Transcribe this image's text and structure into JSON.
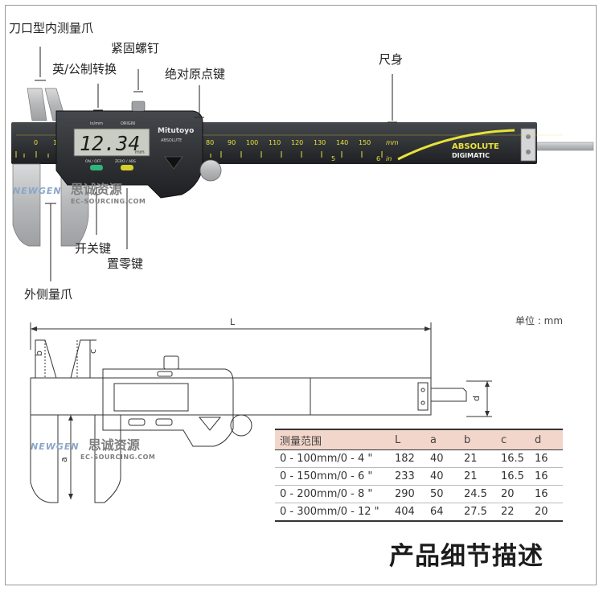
{
  "labels": {
    "knife_inner_jaw": "刀口型内测量爪",
    "clamp_screw": "紧固螺钉",
    "inch_metric_switch": "英/公制转换",
    "absolute_origin_key": "绝对原点键",
    "main_scale": "尺身",
    "power_key": "开关键",
    "zero_key": "置零键",
    "outer_jaw": "外侧量爪"
  },
  "caliper": {
    "display_reading": "12.34",
    "display_unit_small": "mm",
    "brand": "Mitutoyo",
    "series": "ABSOLUTE",
    "line": "DIGIMATIC",
    "button_left": "ON / OFF",
    "button_right": "ZERO / ABS",
    "top_left_tag": "in/mm",
    "top_right_tag": "ORIGIN",
    "scale_numbers": [
      "0",
      "10",
      "80",
      "90",
      "100",
      "110",
      "120",
      "130",
      "140",
      "150"
    ],
    "scale_unit_mm": "mm",
    "scale_unit_in": "in",
    "inch_numbers": [
      "5",
      "6"
    ]
  },
  "dimensions": {
    "L": "L",
    "a": "a",
    "b": "b",
    "c": "c",
    "d": "d"
  },
  "unit_note": "单位 : mm",
  "spec_table": {
    "headers": [
      "测量范围",
      "L",
      "a",
      "b",
      "c",
      "d"
    ],
    "rows": [
      [
        "0 - 100mm/0 - 4 \"",
        "182",
        "40",
        "21",
        "16.5",
        "16"
      ],
      [
        "0 - 150mm/0 - 6 \"",
        "233",
        "40",
        "21",
        "16.5",
        "16"
      ],
      [
        "0 - 200mm/0 - 8 \"",
        "290",
        "50",
        "24.5",
        "20",
        "16"
      ],
      [
        "0 - 300mm/0 - 12 \"",
        "404",
        "64",
        "27.5",
        "22",
        "20"
      ]
    ]
  },
  "footer_title": "产品细节描述",
  "watermark": {
    "logo": "NEWGEN",
    "cn": "思诚资源",
    "url": "EC-SOURCING.COM"
  },
  "colors": {
    "body_dark": "#2b2d30",
    "lcd": "#c7cdc2",
    "accent_yellow": "#e8e23a",
    "button_green": "#2fb57a",
    "button_yellow": "#d6d02c",
    "table_header": "#f3d6cb"
  }
}
